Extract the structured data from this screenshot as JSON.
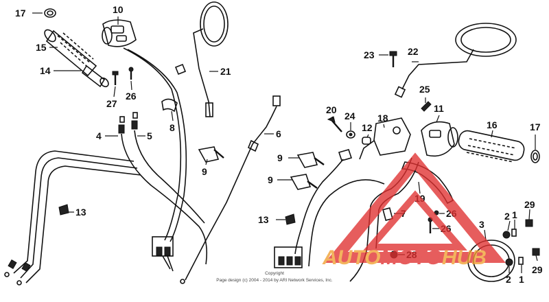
{
  "diagram": {
    "callouts": [
      "17",
      "15",
      "14",
      "10",
      "27",
      "26",
      "21",
      "4",
      "5",
      "8",
      "9",
      "6",
      "13",
      "23",
      "22",
      "25",
      "20",
      "24",
      "12",
      "18",
      "11",
      "16",
      "17",
      "19",
      "9",
      "9",
      "7",
      "26",
      "13",
      "3",
      "2",
      "1",
      "29",
      "26",
      "28",
      "2",
      "1",
      "29"
    ],
    "copyright": {
      "line1": "Copyright",
      "line2": "Page design (c) 2004 - 2014 by ARI Network Services, Inc."
    },
    "watermark": {
      "brand_a": "AUTO",
      "brand_b": "MOTO",
      "brand_c": "HUB",
      "color_red": "#e03030",
      "color_orange": "#f0a030"
    }
  }
}
